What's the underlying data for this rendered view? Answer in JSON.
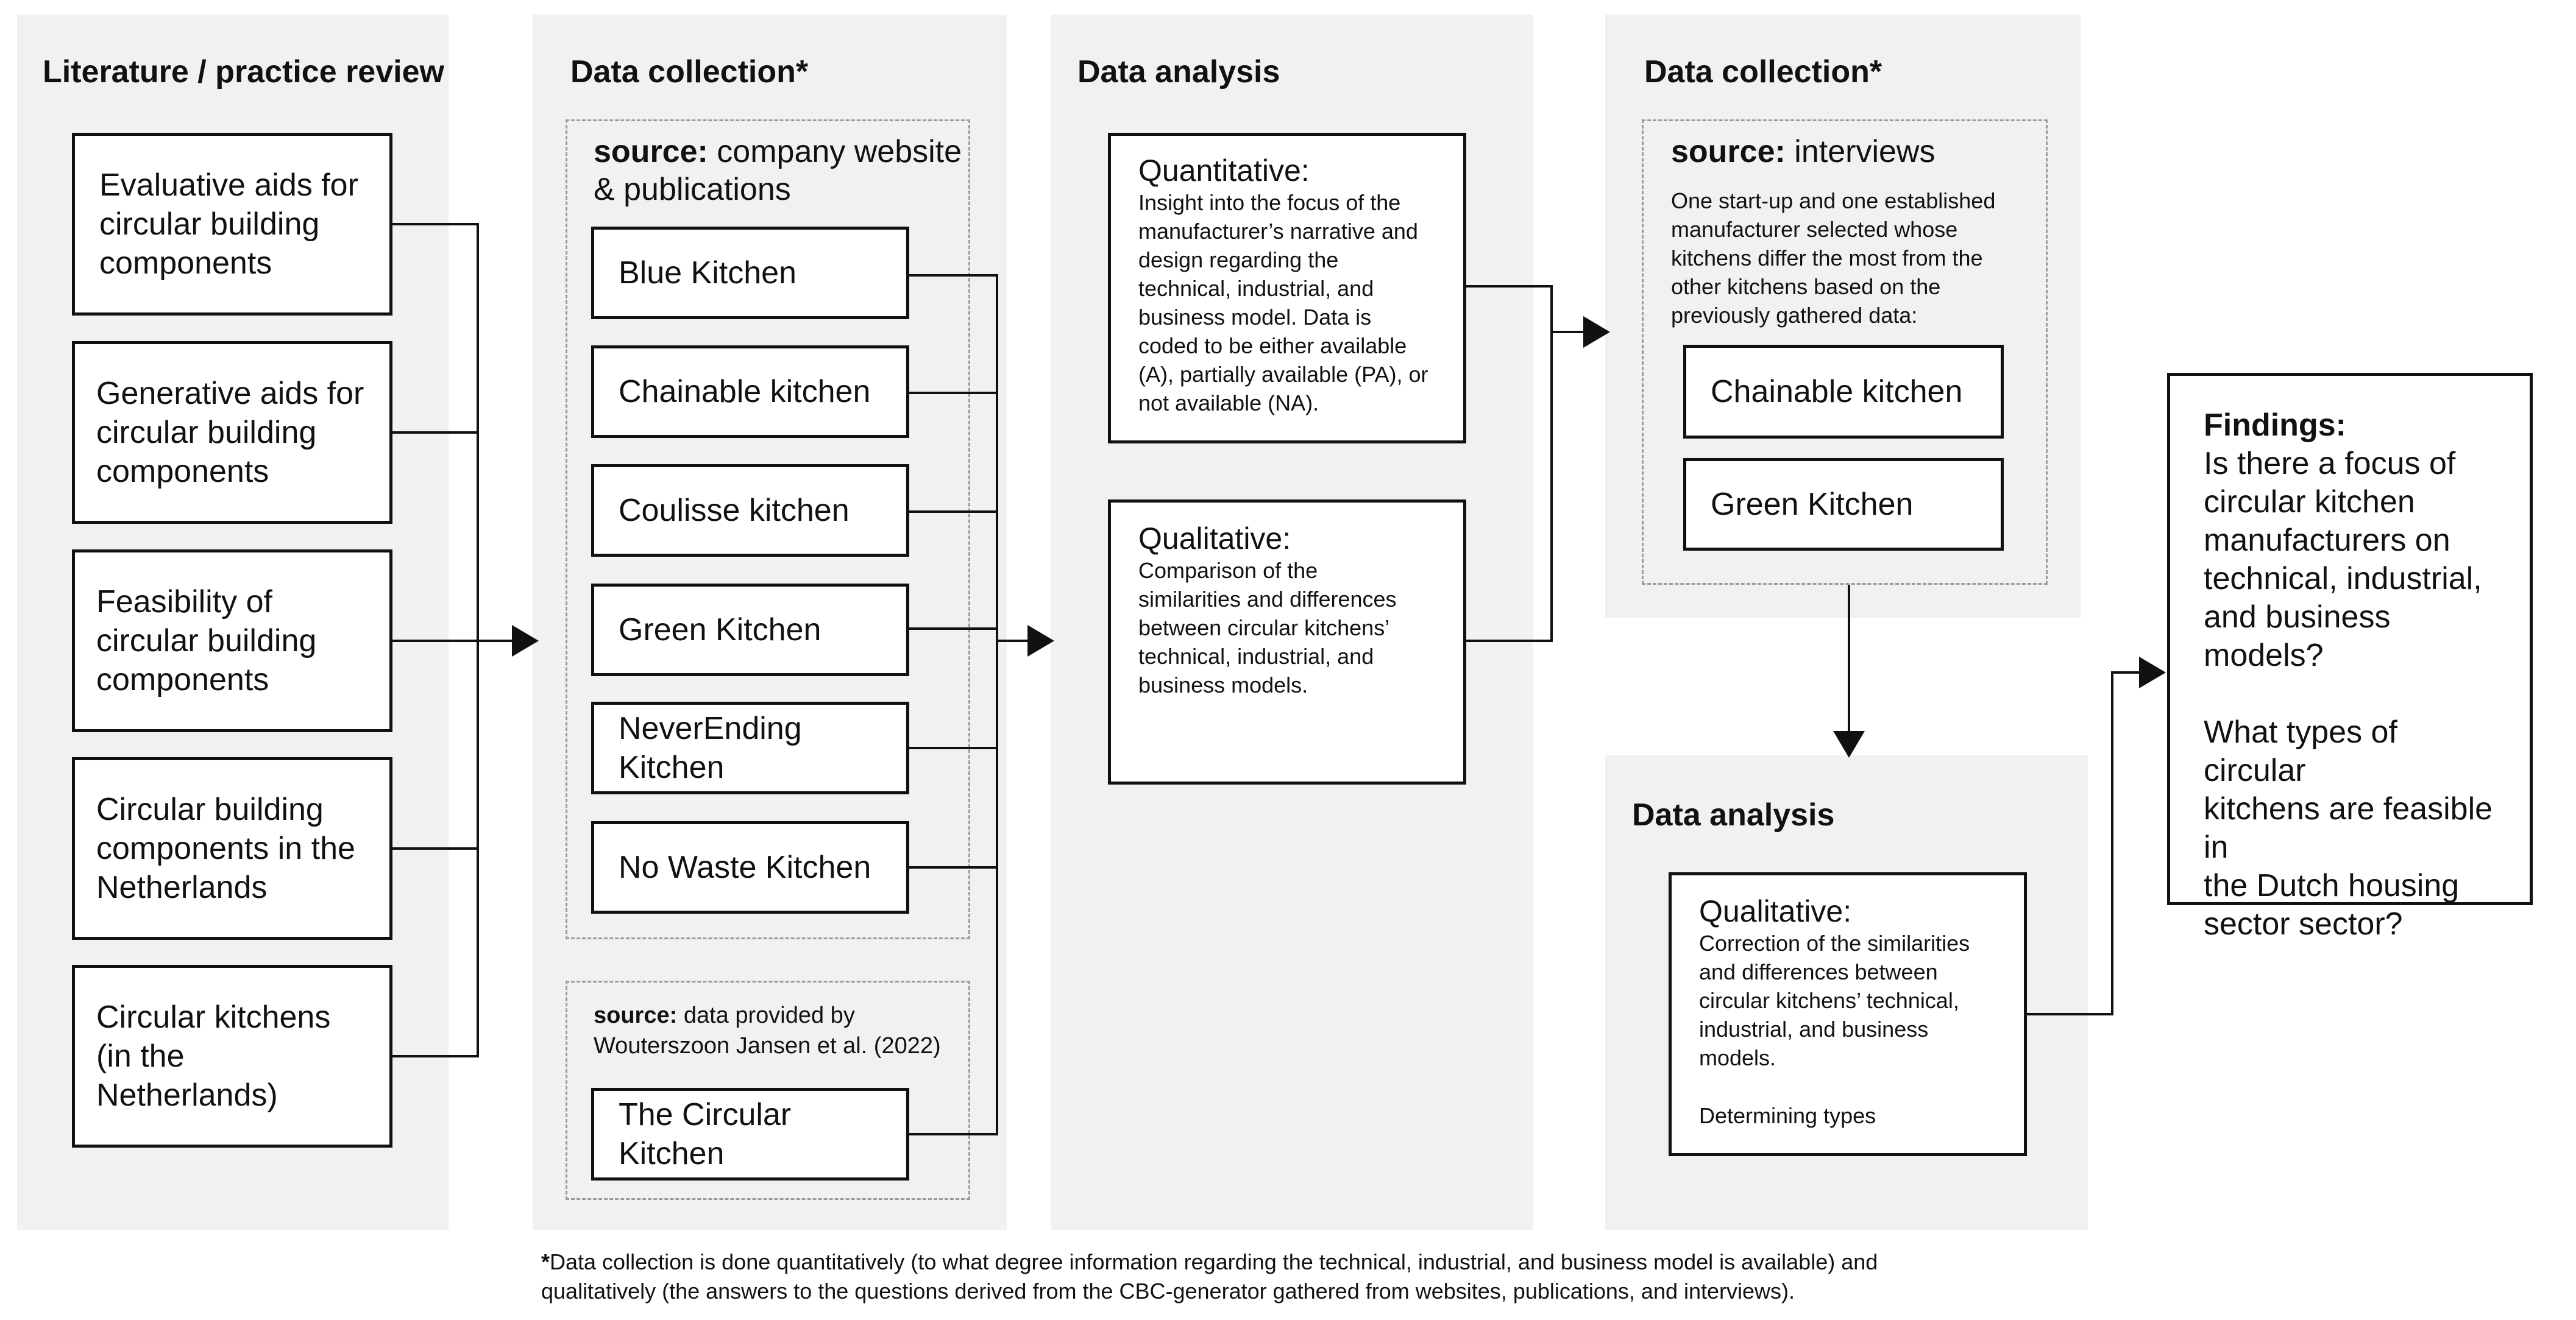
{
  "columns": {
    "review": {
      "title": "Literature / practice review",
      "items": [
        [
          "Evaluative aids for",
          "circular building",
          "components"
        ],
        [
          "Generative aids for",
          "circular building",
          "components"
        ],
        [
          "Feasibility of",
          "circular building",
          "components"
        ],
        [
          "Circular building",
          "components in the",
          "Netherlands"
        ],
        [
          "Circular kitchens",
          "(in the",
          "Netherlands)"
        ]
      ]
    },
    "collection1": {
      "title": "Data collection*",
      "source1_label": "source:",
      "source1_text": "company website",
      "source1_text2": "& publications",
      "kitchens": [
        "Blue Kitchen",
        "Chainable kitchen",
        "Coulisse kitchen",
        "Green Kitchen",
        "NeverEnding Kitchen",
        "No Waste Kitchen"
      ],
      "kitchen_lines": [
        [
          "Blue Kitchen"
        ],
        [
          "Chainable kitchen"
        ],
        [
          "Coulisse kitchen"
        ],
        [
          "Green Kitchen"
        ],
        [
          "NeverEnding",
          "Kitchen"
        ],
        [
          "No Waste Kitchen"
        ]
      ],
      "source2_label": "source:",
      "source2_text": "data provided by",
      "source2_text2": "Wouterszoon Jansen et al. (2022)",
      "circular_kitchen": [
        "The Circular",
        "Kitchen"
      ]
    },
    "analysis1": {
      "title": "Data analysis",
      "quantitative_title": "Quantitative:",
      "quantitative_lines": [
        "Insight into the focus of the",
        "manufacturer’s narrative and",
        "design regarding the",
        "technical, industrial, and",
        "business model. Data is",
        "coded to be either available",
        "(A), partially available (PA), or",
        "not available (NA)."
      ],
      "qualitative_title": "Qualitative:",
      "qualitative_lines": [
        "Comparison of the",
        "similarities and differences",
        "between circular kitchens’",
        "technical, industrial, and",
        "business models."
      ]
    },
    "collection2": {
      "title": "Data collection*",
      "source_label": "source:",
      "source_text": "interviews",
      "description_lines": [
        "One start-up and one established",
        "manufacturer selected whose",
        "kitchens differ the most from the",
        "other kitchens based on the",
        "previously gathered data:"
      ],
      "selected": [
        "Chainable kitchen",
        "Green Kitchen"
      ]
    },
    "analysis2": {
      "title": "Data analysis",
      "qualitative_title": "Qualitative:",
      "qualitative_lines": [
        "Correction of the similarities",
        "and differences between",
        "circular kitchens’ technical,",
        "industrial, and business",
        "models."
      ],
      "determining": "Determining types"
    }
  },
  "findings": {
    "title": "Findings:",
    "q1_lines": [
      "Is there a focus of",
      "circular kitchen",
      "manufacturers on",
      "technical, industrial,",
      "and business models?"
    ],
    "q2_lines": [
      "What types of circular",
      "kitchens are feasible in",
      "the Dutch housing",
      "sector sector?"
    ]
  },
  "footnote": {
    "star": "*",
    "line1": "Data collection is done quantitatively (to what degree information regarding the technical, industrial, and business model is available) and",
    "line2": "qualitatively (the answers to the questions derived from the CBC-generator gathered from websites, publications, and interviews)."
  }
}
